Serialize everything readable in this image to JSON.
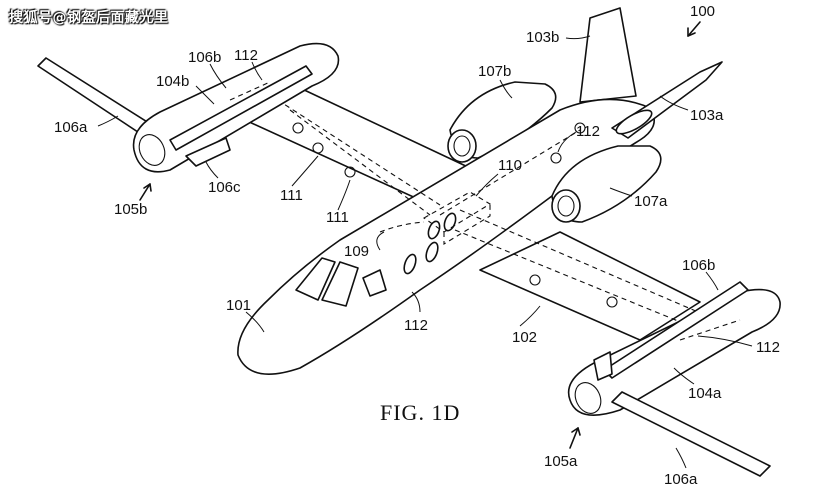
{
  "watermark": "搜狐号@钢盔后面藏光里",
  "figure": {
    "caption": "FIG. 1D",
    "labels": {
      "l100": "100",
      "l101": "101",
      "l102": "102",
      "l103a": "103a",
      "l103b": "103b",
      "l104a": "104a",
      "l104b": "104b",
      "l105a": "105a",
      "l105b": "105b",
      "l106a_left": "106a",
      "l106a_right": "106a",
      "l106b_left": "106b",
      "l106b_right": "106b",
      "l106c": "106c",
      "l107a": "107a",
      "l107b": "107b",
      "l109": "109",
      "l110": "110",
      "l111_a": "111",
      "l111_b": "111",
      "l112_top": "112",
      "l112_upper_right": "112",
      "l112_center": "112",
      "l112_right": "112"
    }
  }
}
